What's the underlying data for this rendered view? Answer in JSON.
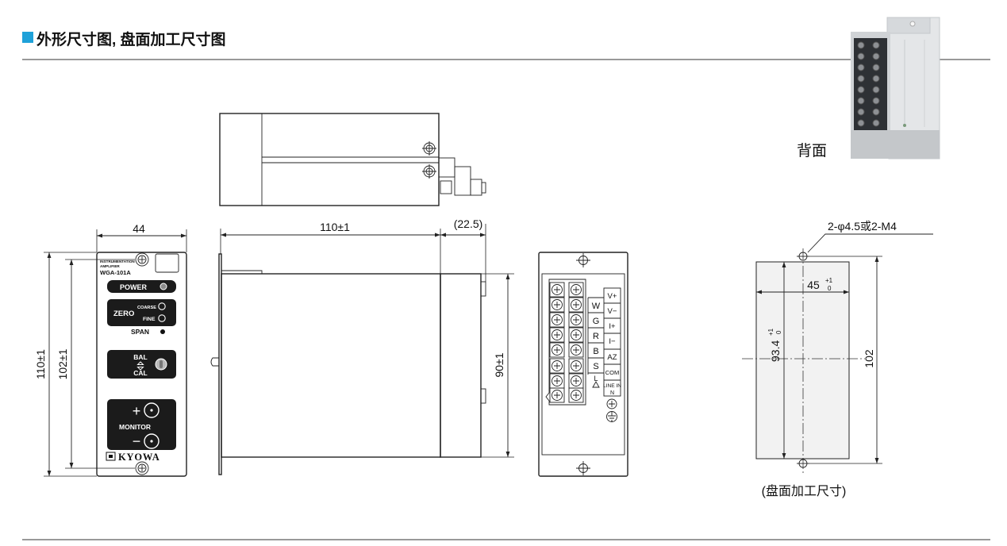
{
  "title": {
    "text": "外形尺寸图, 盘面加工尺寸图",
    "accent_color": "#1ea1d9"
  },
  "photo": {
    "label": "背面"
  },
  "front_view": {
    "dim_width": "44",
    "dim_height_outer": "110±1",
    "dim_height_inner": "102±1",
    "panel": {
      "brand_line1": "INSTRUMENTATION",
      "brand_line2": "AMPLIFIER",
      "model": "WGA-101A",
      "power": "POWER",
      "zero": "ZERO",
      "coarse": "COARSE",
      "fine": "FINE",
      "span": "SPAN",
      "bal": "BAL",
      "cal": "CAL",
      "plus": "+",
      "monitor": "MONITOR",
      "minus": "−",
      "logo": "KYOWA"
    }
  },
  "side_view": {
    "dim_length": "110±1",
    "dim_connector": "(22.5)",
    "dim_height": "90±1"
  },
  "rear_view": {
    "left_labels": [
      "W",
      "G",
      "R",
      "B",
      "S",
      "L"
    ],
    "right_labels": [
      "V+",
      "V−",
      "I+",
      "I−",
      "AZ",
      "COM",
      "LINE IN",
      "N"
    ]
  },
  "cutout": {
    "hole_note": "2-φ4.5或2-M4",
    "width": "45",
    "width_tol_upper": "+1",
    "width_tol_lower": "0",
    "height": "93.4",
    "height_tol_upper": "+1",
    "height_tol_lower": "0",
    "pitch": "102",
    "caption": "(盘面加工尺寸)"
  }
}
